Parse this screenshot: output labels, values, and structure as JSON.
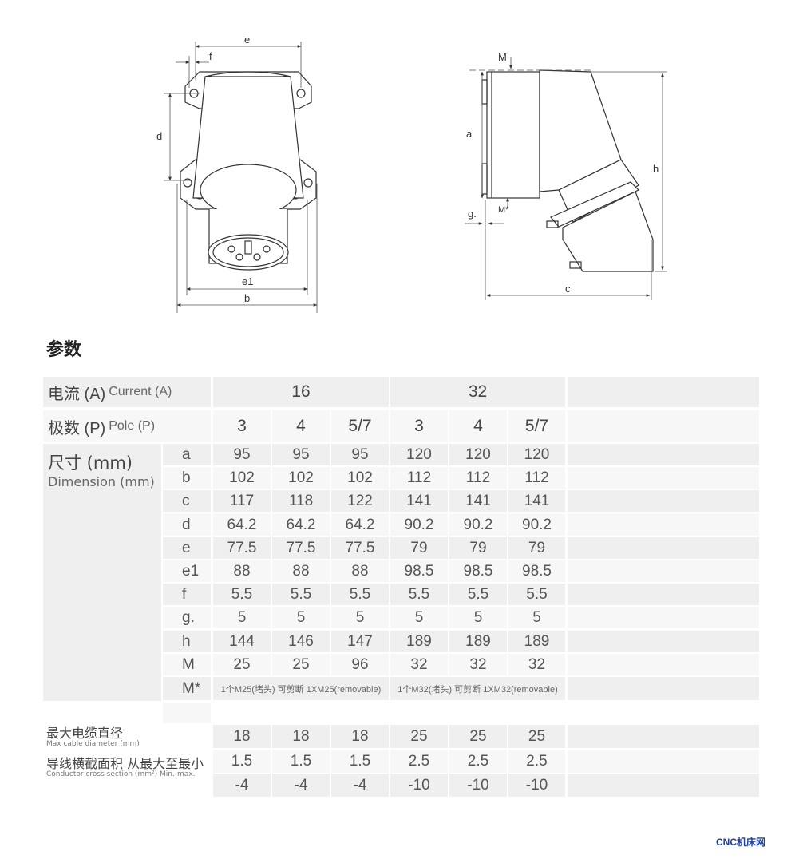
{
  "drawing_labels": {
    "e": "e",
    "f": "f",
    "d": "d",
    "e1": "e1",
    "b": "b",
    "M": "M",
    "a": "a",
    "h": "h",
    "g": "g.",
    "Mstar": "M*",
    "c": "c"
  },
  "section_title": "参数",
  "table": {
    "current_label_cn": "电流 (A)",
    "current_label_en": "Current (A)",
    "current_values": [
      "16",
      "32"
    ],
    "pole_label_cn": "极数 (P)",
    "pole_label_en": "Pole (P)",
    "pole_values": [
      "3",
      "4",
      "5/7",
      "3",
      "4",
      "5/7"
    ],
    "dimension_label_cn": "尺寸 (mm)",
    "dimension_label_en": "Dimension (mm)",
    "dimension_rows": [
      {
        "key": "a",
        "values": [
          "95",
          "95",
          "95",
          "120",
          "120",
          "120"
        ]
      },
      {
        "key": "b",
        "values": [
          "102",
          "102",
          "102",
          "112",
          "112",
          "112"
        ]
      },
      {
        "key": "c",
        "values": [
          "117",
          "118",
          "122",
          "141",
          "141",
          "141"
        ]
      },
      {
        "key": "d",
        "values": [
          "64.2",
          "64.2",
          "64.2",
          "90.2",
          "90.2",
          "90.2"
        ]
      },
      {
        "key": "e",
        "values": [
          "77.5",
          "77.5",
          "77.5",
          "79",
          "79",
          "79"
        ]
      },
      {
        "key": "e1",
        "values": [
          "88",
          "88",
          "88",
          "98.5",
          "98.5",
          "98.5"
        ]
      },
      {
        "key": "f",
        "values": [
          "5.5",
          "5.5",
          "5.5",
          "5.5",
          "5.5",
          "5.5"
        ]
      },
      {
        "key": "g.",
        "values": [
          "5",
          "5",
          "5",
          "5",
          "5",
          "5"
        ]
      },
      {
        "key": "h",
        "values": [
          "144",
          "146",
          "147",
          "189",
          "189",
          "189"
        ]
      },
      {
        "key": "M",
        "values": [
          "25",
          "25",
          "96",
          "32",
          "32",
          "32"
        ]
      }
    ],
    "mstar_key": "M*",
    "mstar_16": "1个M25(堵头) 可剪断 1XM25(removable)",
    "mstar_32": "1个M32(堵头) 可剪断 1XM32(removable)",
    "cable_label_cn": "最大电缆直径",
    "cable_label_en": "Max cable diameter (mm)",
    "cable_values": [
      "18",
      "18",
      "18",
      "25",
      "25",
      "25"
    ],
    "section_label_cn": "导线横截面积 从最大至最小",
    "section_label_en": "Conductor cross section (mm²) Min.-max.",
    "section_max": [
      "1.5",
      "1.5",
      "1.5",
      "2.5",
      "2.5",
      "2.5"
    ],
    "section_min": [
      "-4",
      "-4",
      "-4",
      "-10",
      "-10",
      "-10"
    ]
  },
  "watermark": "CNC机床网"
}
